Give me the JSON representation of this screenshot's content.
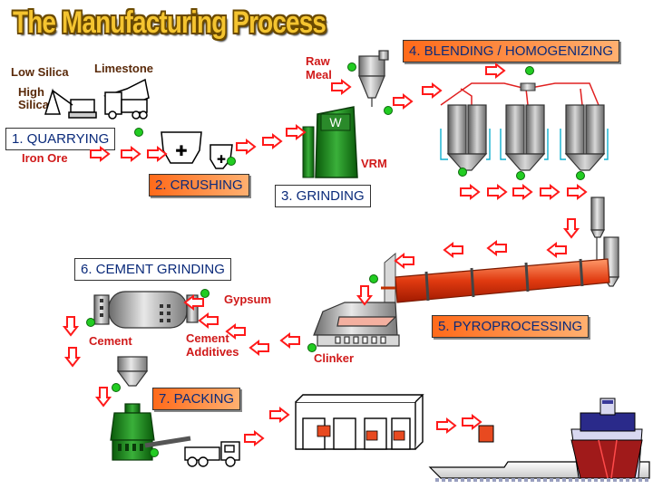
{
  "title": "The Manufacturing Process",
  "steps": {
    "quarrying": "1. QUARRYING",
    "crushing": "2. CRUSHING",
    "grinding": "3. GRINDING",
    "blending": "4. BLENDING / HOMOGENIZING",
    "pyroprocessing": "5. PYROPROCESSING",
    "cement_grinding": "6. CEMENT GRINDING",
    "packing": "7. PACKING"
  },
  "labels": {
    "low_silica": "Low Silica",
    "limestone": "Limestone",
    "high_silica_1": "High",
    "high_silica_2": "Silica",
    "iron_ore": "Iron Ore",
    "raw_meal_1": "Raw",
    "raw_meal_2": "Meal",
    "vrm": "VRM",
    "gypsum": "Gypsum",
    "cement_additives_1": "Cement",
    "cement_additives_2": "Additives",
    "clinker": "Clinker",
    "cement": "Cement"
  },
  "colors": {
    "arrow": "#ff1a1a",
    "node": "#22cc22",
    "step_text": "#0a2a7a",
    "label_text": "#d01a1a",
    "title_fill": "#f4c430"
  }
}
